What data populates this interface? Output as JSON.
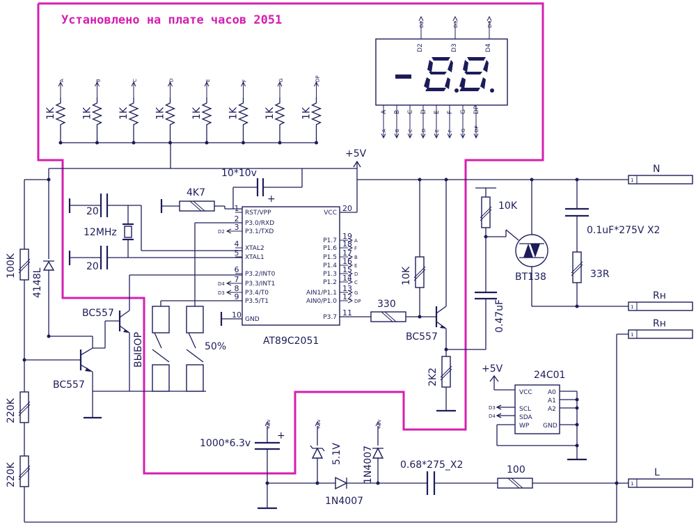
{
  "title": "Установлено на плате часов 2051",
  "colors": {
    "wire": "#1c1c5a",
    "outline": "#d41fb0",
    "background": "#ffffff"
  },
  "display": {
    "digit_labels": [
      "D2",
      "D3",
      "D4"
    ],
    "pin_labels": [
      "A",
      "B",
      "C",
      "D",
      "E",
      "F",
      "G",
      "DP"
    ],
    "shown": "-8.8."
  },
  "segment_resistors": {
    "value": "1K",
    "nets": [
      "A",
      "B",
      "C",
      "D",
      "E",
      "F",
      "G",
      "DP"
    ]
  },
  "supply": {
    "vcc": "+5V",
    "small_vcc": "+5v"
  },
  "mcu": {
    "name": "AT89C2051",
    "left_pins": [
      {
        "num": "1",
        "name": "RST/VPP"
      },
      {
        "num": "2",
        "name": "P3.0/RXD"
      },
      {
        "num": "3",
        "name": "P3.1/TXD",
        "net": "D2"
      },
      {
        "num": "4",
        "name": "XTAL2"
      },
      {
        "num": "5",
        "name": "XTAL1"
      },
      {
        "num": "6",
        "name": "P3.2/INT0"
      },
      {
        "num": "7",
        "name": "P3.3/INT1",
        "net": "D4"
      },
      {
        "num": "8",
        "name": "P3.4/T0",
        "net": "D3"
      },
      {
        "num": "9",
        "name": "P3.5/T1"
      },
      {
        "num": "10",
        "name": "GND"
      }
    ],
    "right_pins": [
      {
        "num": "20",
        "name": "VCC"
      },
      {
        "num": "19",
        "name": "P1.7",
        "net": "A"
      },
      {
        "num": "18",
        "name": "P1.6",
        "net": "F"
      },
      {
        "num": "17",
        "name": "P1.5",
        "net": "B"
      },
      {
        "num": "16",
        "name": "P1.4",
        "net": "E"
      },
      {
        "num": "15",
        "name": "P1.3",
        "net": "D"
      },
      {
        "num": "14",
        "name": "P1.2",
        "net": "C"
      },
      {
        "num": "13",
        "name": "AIN1/P1.1",
        "net": "G"
      },
      {
        "num": "12",
        "name": "AIN0/P1.0",
        "net": "DP"
      },
      {
        "num": "11",
        "name": "P3.7"
      }
    ]
  },
  "components": {
    "c_rst": "10*10v",
    "r_rst": "4K7",
    "c_x1": "20",
    "c_x2": "20",
    "crystal": "12MHz",
    "r_top_left": "100K",
    "diode_left": "4148L",
    "q_left": "BC557",
    "q_mid": "BC557",
    "btn_select": "ВЫБОР",
    "btn_50": "50%",
    "r_bottom_1": "220K",
    "r_bottom_2": "220K",
    "c_bulk": "1000*6.3v",
    "zener": "5.1V",
    "diode_d1": "1N4007",
    "diode_d2": "1N4007",
    "c_x2cap": "0.68*275_X2",
    "r_series": "100",
    "r_330": "330",
    "r_10k_base": "10K",
    "q_right": "BC557",
    "r_2k2": "2K2",
    "r_10k_gate": "10K",
    "c_047": "0.47uF",
    "triac": "BT138",
    "c_snub": "0.1uF*275V X2",
    "r_snub": "33R",
    "eeprom": {
      "name": "24C01",
      "vcc": "+5V",
      "pins_left": [
        "VCC",
        "SCL",
        "SDA",
        "WP"
      ],
      "pins_right": [
        "A0",
        "A1",
        "A2",
        "GND"
      ],
      "nets": [
        "D3",
        "D4"
      ]
    }
  },
  "terminals": [
    {
      "num": "1",
      "label": "N"
    },
    {
      "num": "1",
      "label": "Rн"
    },
    {
      "num": "1",
      "label": "Rн"
    },
    {
      "num": "1",
      "label": "L"
    }
  ]
}
